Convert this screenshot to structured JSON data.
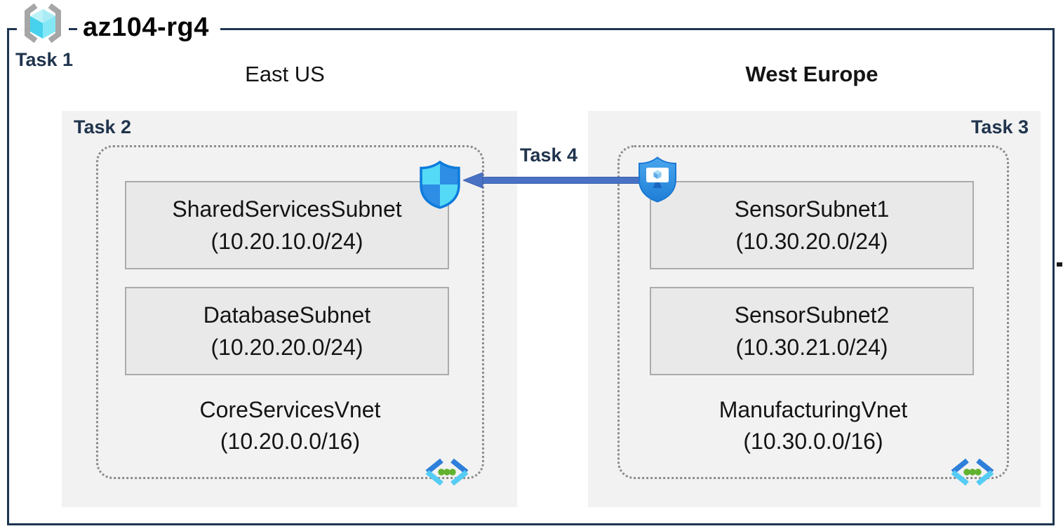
{
  "title": {
    "name": "az104-rg4",
    "task_label": "Task 1"
  },
  "regions": [
    {
      "label": "East US",
      "task_label": "Task 2",
      "vnet": {
        "name": "CoreServicesVnet",
        "cidr": "(10.20.0.0/16)",
        "subnets": [
          {
            "name": "SharedServicesSubnet",
            "cidr": "(10.20.10.0/24)"
          },
          {
            "name": "DatabaseSubnet",
            "cidr": "(10.20.20.0/24)"
          }
        ]
      }
    },
    {
      "label": "West Europe",
      "task_label": "Task 3",
      "vnet": {
        "name": "ManufacturingVnet",
        "cidr": "(10.30.0.0/16)",
        "subnets": [
          {
            "name": "SensorSubnet1",
            "cidr": "(10.30.20.0/24)"
          },
          {
            "name": "SensorSubnet2",
            "cidr": "(10.30.21.0/24)"
          }
        ]
      }
    }
  ],
  "connection": {
    "task_label": "Task 4"
  },
  "icons": {
    "resource_group": "resource-group-icon",
    "network_security_group": "nsg-shield-icon",
    "application_security_group": "asg-shield-icon",
    "virtual_network": "virtual-network-icon"
  },
  "colors": {
    "outer_border": "#1e3550",
    "task_text": "#20344d",
    "region_bg": "#f2f2f2",
    "subnet_bg": "#e9e9e9",
    "subnet_border": "#ababab",
    "dotted_border": "#8c8c8c",
    "arrow": "#4a72c4",
    "nsg_light": "#54d9f6",
    "nsg_dark": "#2e8de4",
    "asg_shield": "#2f90e3",
    "vnet_chevron_dark": "#2e7fd9",
    "vnet_chevron_light": "#55ccf4",
    "vnet_dot_green": "#61b22e",
    "rg_bracket_gray": "#a6a6a6",
    "rg_cube_cyan": "#46d1ec"
  }
}
